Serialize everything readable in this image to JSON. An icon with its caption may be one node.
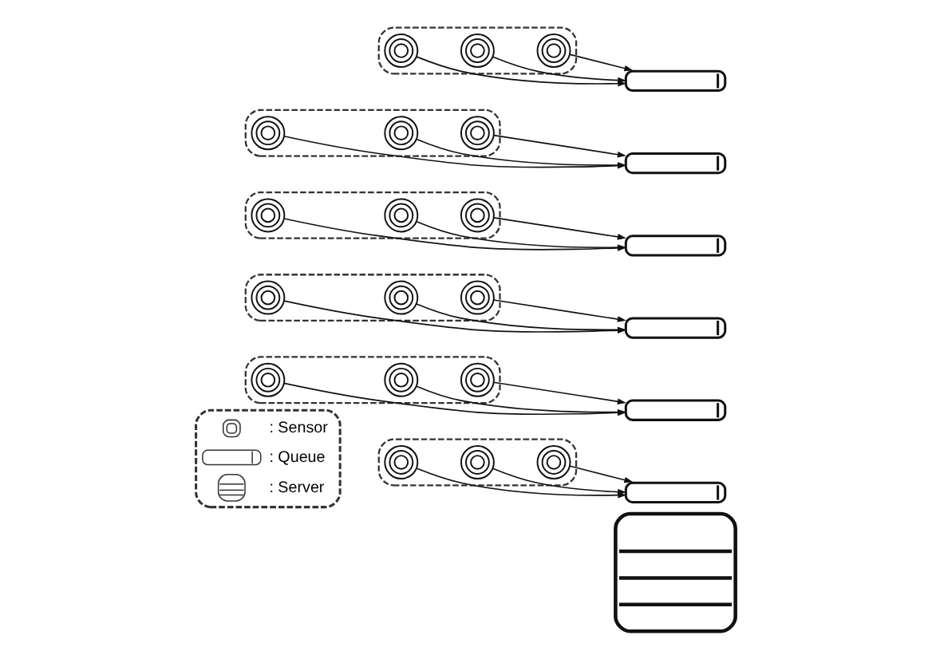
{
  "diagram": {
    "nodes": [
      {
        "text": [],
        "shape": "cloud"
      },
      {
        "text": [],
        "shape": "circle",
        "in": 0
      },
      {
        "text": [],
        "shape": "circle",
        "in": 0
      },
      {
        "text": [],
        "shape": "circle",
        "in": 0
      },
      {
        "text": [],
        "shape": "cloud"
      },
      {
        "text": [],
        "shape": "circle",
        "in": 4
      },
      {
        "text": [],
        "shape": "circle",
        "in": 4
      },
      {
        "text": [],
        "shape": "circle",
        "in": 4
      },
      {
        "text": [],
        "shape": "cloud"
      },
      {
        "text": [],
        "shape": "circle",
        "in": 8
      },
      {
        "text": [],
        "shape": "circle",
        "in": 8
      },
      {
        "text": [],
        "shape": "circle",
        "in": 8
      },
      {
        "text": [],
        "shape": "cloud"
      },
      {
        "text": [],
        "shape": "circle",
        "in": 12
      },
      {
        "text": [],
        "shape": "circle",
        "in": 12
      },
      {
        "text": [],
        "shape": "circle",
        "in": 12
      },
      {
        "text": [],
        "shape": "cloud"
      },
      {
        "text": [],
        "shape": "circle",
        "in": 16
      },
      {
        "text": [],
        "shape": "circle",
        "in": 16
      },
      {
        "text": [],
        "shape": "circle",
        "in": 16
      },
      {
        "text": [],
        "shape": "cloud"
      },
      {
        "text": [],
        "shape": "circle",
        "in": 20
      },
      {
        "text": [],
        "shape": "circle",
        "in": 20
      },
      {
        "text": [],
        "shape": "circle",
        "in": 20
      },
      {
        "text": [],
        "shape": "cylinder"
      },
      {
        "text": [],
        "shape": "cylinder"
      },
      {
        "text": [],
        "shape": "cylinder"
      },
      {
        "text": [],
        "shape": "cylinder"
      },
      {
        "text": [],
        "shape": "cylinder"
      },
      {
        "text": [],
        "shape": "cylinder"
      },
      {
        "text": [],
        "shape": "picture"
      }
    ],
    "edges": [
      {
        "from": 1,
        "to": 24,
        "arrow": "to"
      },
      {
        "from": 2,
        "to": 24,
        "arrow": "to"
      },
      {
        "from": 3,
        "to": 24,
        "arrow": "to"
      },
      {
        "from": 5,
        "to": 25,
        "arrow": "to"
      },
      {
        "from": 6,
        "to": 25,
        "arrow": "to"
      },
      {
        "from": 7,
        "to": 25,
        "arrow": "to"
      },
      {
        "from": 9,
        "to": 26,
        "arrow": "to"
      },
      {
        "from": 10,
        "to": 26,
        "arrow": "to"
      },
      {
        "from": 11,
        "to": 26,
        "arrow": "to"
      },
      {
        "from": 13,
        "to": 27,
        "arrow": "to"
      },
      {
        "from": 14,
        "to": 27,
        "arrow": "to"
      },
      {
        "from": 15,
        "to": 27,
        "arrow": "to"
      },
      {
        "from": 17,
        "to": 28,
        "arrow": "to"
      },
      {
        "from": 18,
        "to": 28,
        "arrow": "to"
      },
      {
        "from": 19,
        "to": 28,
        "arrow": "to"
      },
      {
        "from": 21,
        "to": 29,
        "arrow": "to"
      },
      {
        "from": 22,
        "to": 29,
        "arrow": "to"
      },
      {
        "from": 23,
        "to": 29,
        "arrow": "to"
      }
    ],
    "legend": [
      {
        "text": ": Sensor"
      },
      {
        "text": ": Queue"
      },
      {
        "text": ": Server"
      }
    ]
  }
}
